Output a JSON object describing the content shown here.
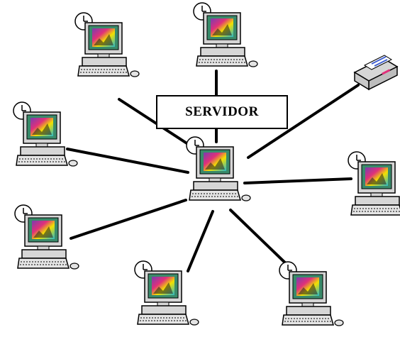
{
  "diagram": {
    "server_label": "SERVIDOR",
    "nodes": [
      {
        "id": "server",
        "kind": "computer"
      },
      {
        "id": "pc-top-left",
        "kind": "computer"
      },
      {
        "id": "pc-top",
        "kind": "computer"
      },
      {
        "id": "pc-left",
        "kind": "computer"
      },
      {
        "id": "pc-right",
        "kind": "computer"
      },
      {
        "id": "pc-bottom-left",
        "kind": "computer"
      },
      {
        "id": "pc-bottom-mid",
        "kind": "computer"
      },
      {
        "id": "pc-bottom-right",
        "kind": "computer"
      },
      {
        "id": "printer",
        "kind": "printer"
      }
    ],
    "connections": [
      {
        "from": "server",
        "to": "pc-top-left"
      },
      {
        "from": "server",
        "to": "pc-top"
      },
      {
        "from": "server",
        "to": "printer"
      },
      {
        "from": "server",
        "to": "pc-left"
      },
      {
        "from": "server",
        "to": "pc-right"
      },
      {
        "from": "server",
        "to": "pc-bottom-left"
      },
      {
        "from": "server",
        "to": "pc-bottom-mid"
      },
      {
        "from": "server",
        "to": "pc-bottom-right"
      }
    ],
    "colors": {
      "line": "#000000",
      "case": "#d6d6d6",
      "screen_frame": "#3a8a6a",
      "screen_pink": "#e0307a",
      "screen_yellow": "#f2e000",
      "screen_cyan": "#2ab8c8",
      "screen_purple": "#7a3cb0",
      "paper": "#4060d0"
    }
  }
}
